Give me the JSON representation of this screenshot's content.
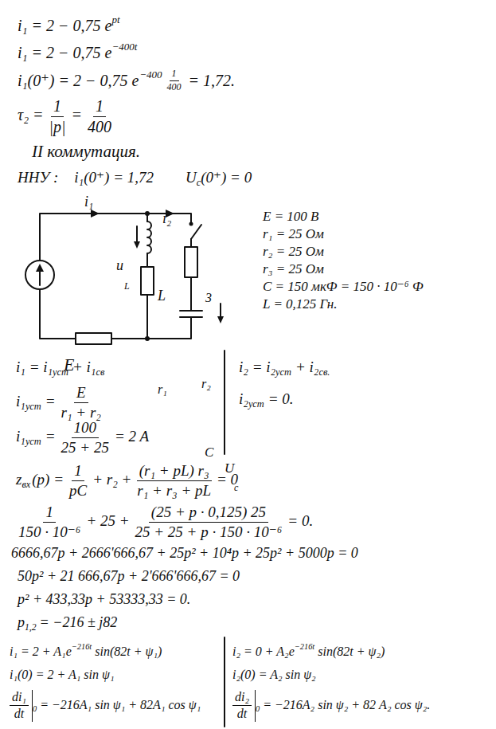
{
  "diagram": {
    "labels": [
      "i₁ = 2 − 0,75 e",
      "pt",
      "i₁ = 2 − 0,75 e",
      "−400t",
      "i₁(0⁺) = 2 − 0,75 e",
      "−400",
      "1",
      "400",
      "= 1,72.",
      "τ₂ =",
      "1",
      "|p|",
      "=",
      "1",
      "400",
      "II коммутация.",
      "ННУ :",
      "i₁(0⁺) = 1,72",
      "U",
      "c",
      "(0⁺) = 0",
      "i₁",
      "i₂",
      "u",
      "L",
      "L",
      "3",
      "E",
      "r₁",
      "r₂",
      "C",
      "U",
      "c",
      "E = 100 В",
      "r₁ = 25 Ом",
      "r₂ = 25 Ом",
      "r₃ = 25 Ом",
      "C = 150 мкФ = 150 · 10⁻⁶ Ф",
      "L = 0,125 Гн.",
      "i₁ = i₁",
      "уст",
      "+ i₁",
      "св",
      "i₂ = i₂",
      "уст",
      "+ i₂",
      "св.",
      "i₁",
      "уст",
      "=",
      "E",
      "r₁ + r₂",
      "i₂",
      "уст",
      "= 0.",
      "i₁",
      "уст",
      "=",
      "100",
      "25 + 25",
      "= 2 A",
      "z",
      "вх",
      "(p) =",
      "1",
      "pC",
      "+ r₂ +",
      "(r₁ + pL) r₃",
      "r₁ + r₃ + pL",
      "= 0",
      "1",
      "150 · 10⁻⁶",
      "+ 25 +",
      "(25 + p · 0,125) 25",
      "25 + 25 + p · 150 · 10⁻⁶",
      "= 0.",
      "6666,67p + 2666'666,67 + 25p² + 10⁴p + 25p² + 5000p = 0",
      "50p² + 21 666,67p + 2'666'666,67 = 0",
      "p² + 433,33p + 53333,33 = 0.",
      "p",
      "1,2",
      "= −216 ± j82",
      "i₁ = 2 + A₁e",
      "−216t",
      "sin(82t + ψ₁)",
      "i₂ = 0 + A₂e",
      "−216t",
      "sin(82t + ψ₂)",
      "i₁(0) = 2 + A₁ sin ψ₁",
      "i₂(0) = A₂ sin ψ₂",
      "di₁",
      "dt",
      "0",
      "= −216A₁ sin ψ₁ + 82A₁ cos ψ₁",
      "di₂",
      "dt",
      "0",
      "= −216A₂ sin ψ₂ + 82 A₂ cos ψ₂."
    ]
  }
}
